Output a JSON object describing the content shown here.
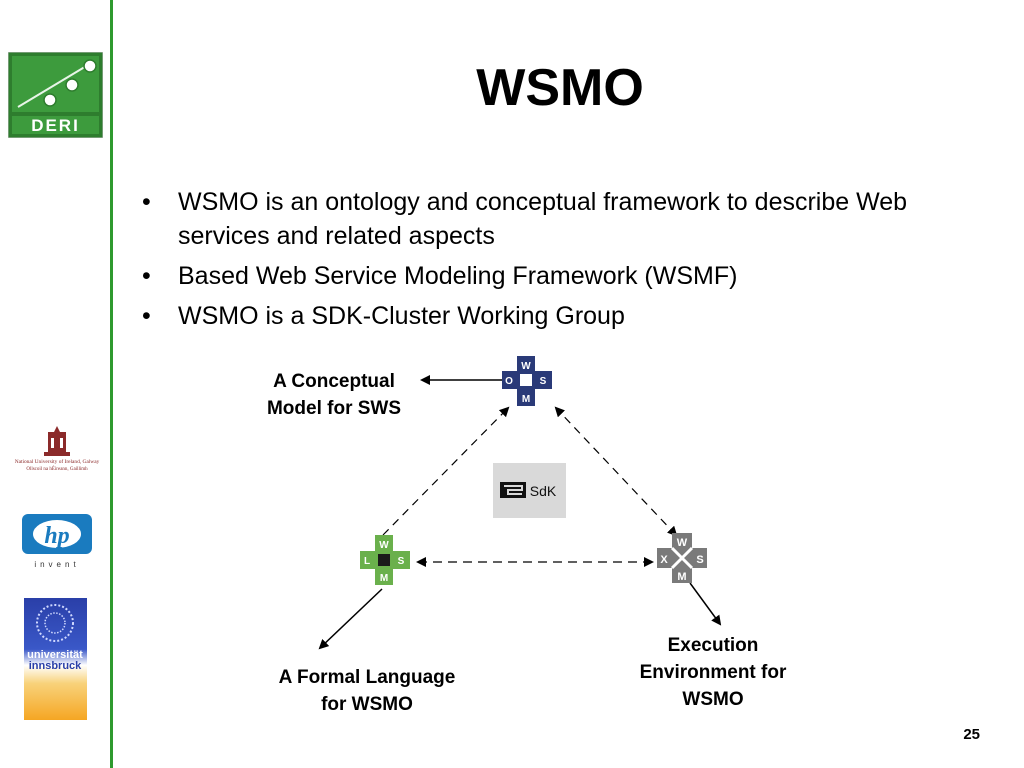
{
  "slide": {
    "title": "WSMO",
    "bullets": [
      "WSMO is an ontology and conceptual framework to describe Web services and related aspects",
      "Based Web Service Modeling Framework (WSMF)",
      "WSMO is a SDK-Cluster Working Group"
    ],
    "page_number": "25"
  },
  "logos": {
    "deri": "DERI",
    "nuig_line1": "National University of Ireland, Galway",
    "nuig_line2": "Ollscoil na hÉireann, Gaillimh",
    "hp": "hp",
    "hp_tagline": "invent",
    "uibk_line1": "universität",
    "uibk_line2": "innsbruck"
  },
  "diagram": {
    "wsmo_letters": [
      "W",
      "O",
      "S",
      "M"
    ],
    "wsml_letters": [
      "W",
      "L",
      "S",
      "M"
    ],
    "wsmx_letters": [
      "W",
      "X",
      "S",
      "M"
    ],
    "sdk_text": "SdK",
    "label_top_line1": "A Conceptual",
    "label_top_line2": "Model for SWS",
    "label_left_line1": "A Formal Language",
    "label_left_line2": "for WSMO",
    "label_right_line1": "Execution",
    "label_right_line2": "Environment for",
    "label_right_line3": "WSMO"
  },
  "colors": {
    "green_accent": "#2e9a2e",
    "wsmo_blue": "#2a3a78",
    "wsml_green": "#6ab04c",
    "wsmx_gray": "#7a7a7a",
    "hp_blue": "#1a7bbf",
    "uibk_orange": "#f5a623"
  }
}
